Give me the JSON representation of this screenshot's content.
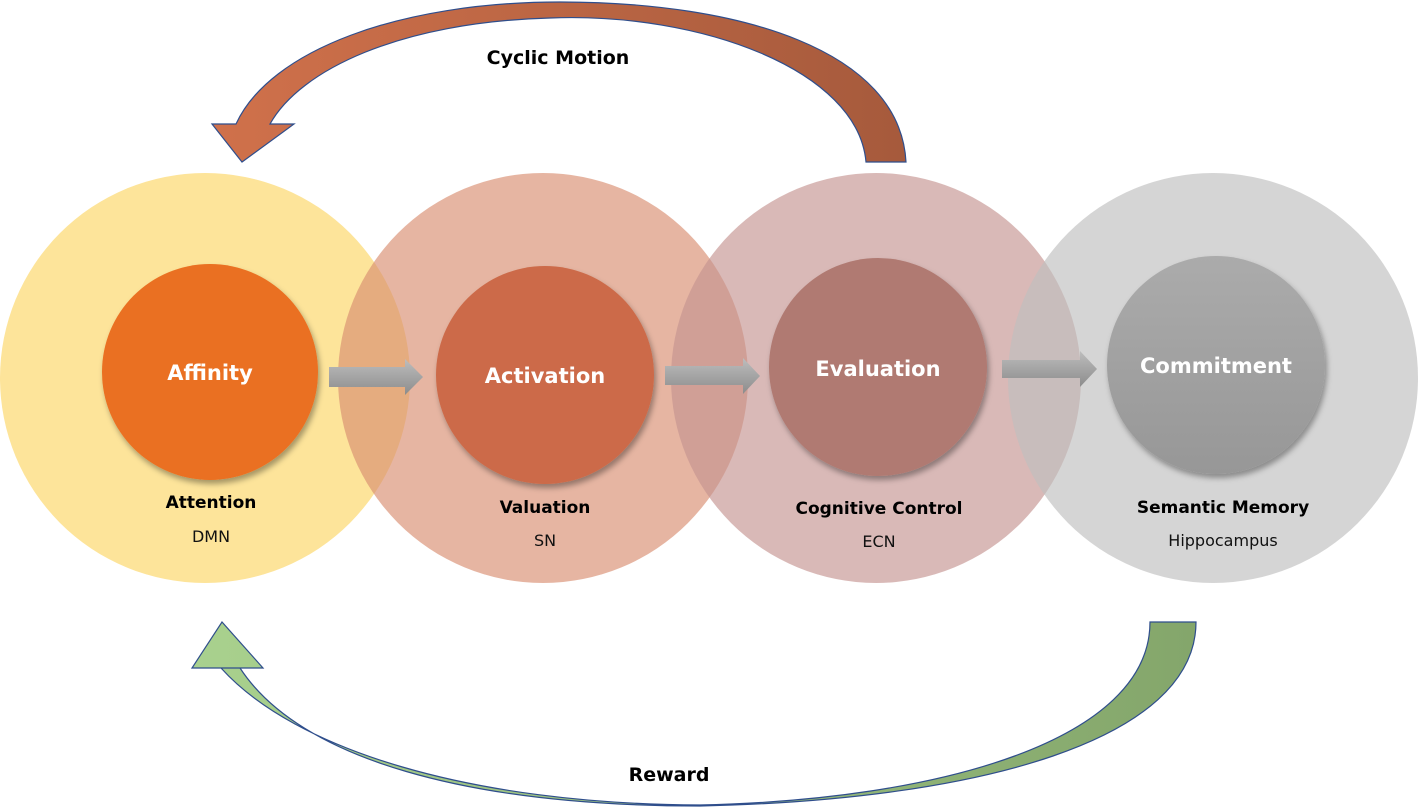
{
  "title": "Cyclic stage model",
  "stages": [
    {
      "name": "Affinity",
      "function": "Attention",
      "network": "DMN",
      "outer_color": "#FDE49A",
      "inner_color": "#EA7020"
    },
    {
      "name": "Activation",
      "function": "Valuation",
      "network": "SN",
      "outer_color": "#E0AA94",
      "inner_color": "#CC6B49"
    },
    {
      "name": "Evaluation",
      "function": "Cognitive Control",
      "network": "ECN",
      "outer_color": "#D2AEAC",
      "inner_color": "#B07A72"
    },
    {
      "name": "Commitment",
      "function": "Semantic Memory",
      "network": "Hippocampus",
      "outer_color": "#D3D3D3",
      "inner_color": "#A3A3A3"
    }
  ],
  "loops": {
    "top": {
      "label": "Cyclic Motion",
      "from": "Evaluation",
      "to": "Affinity",
      "color_start": "#D0714B",
      "color_end": "#A65A3C"
    },
    "bottom": {
      "label": "Reward",
      "from": "Commitment",
      "to": "Affinity",
      "color_start": "#A9D18E",
      "color_end": "#84A66B"
    }
  },
  "connector_color": "#9A9A9A"
}
